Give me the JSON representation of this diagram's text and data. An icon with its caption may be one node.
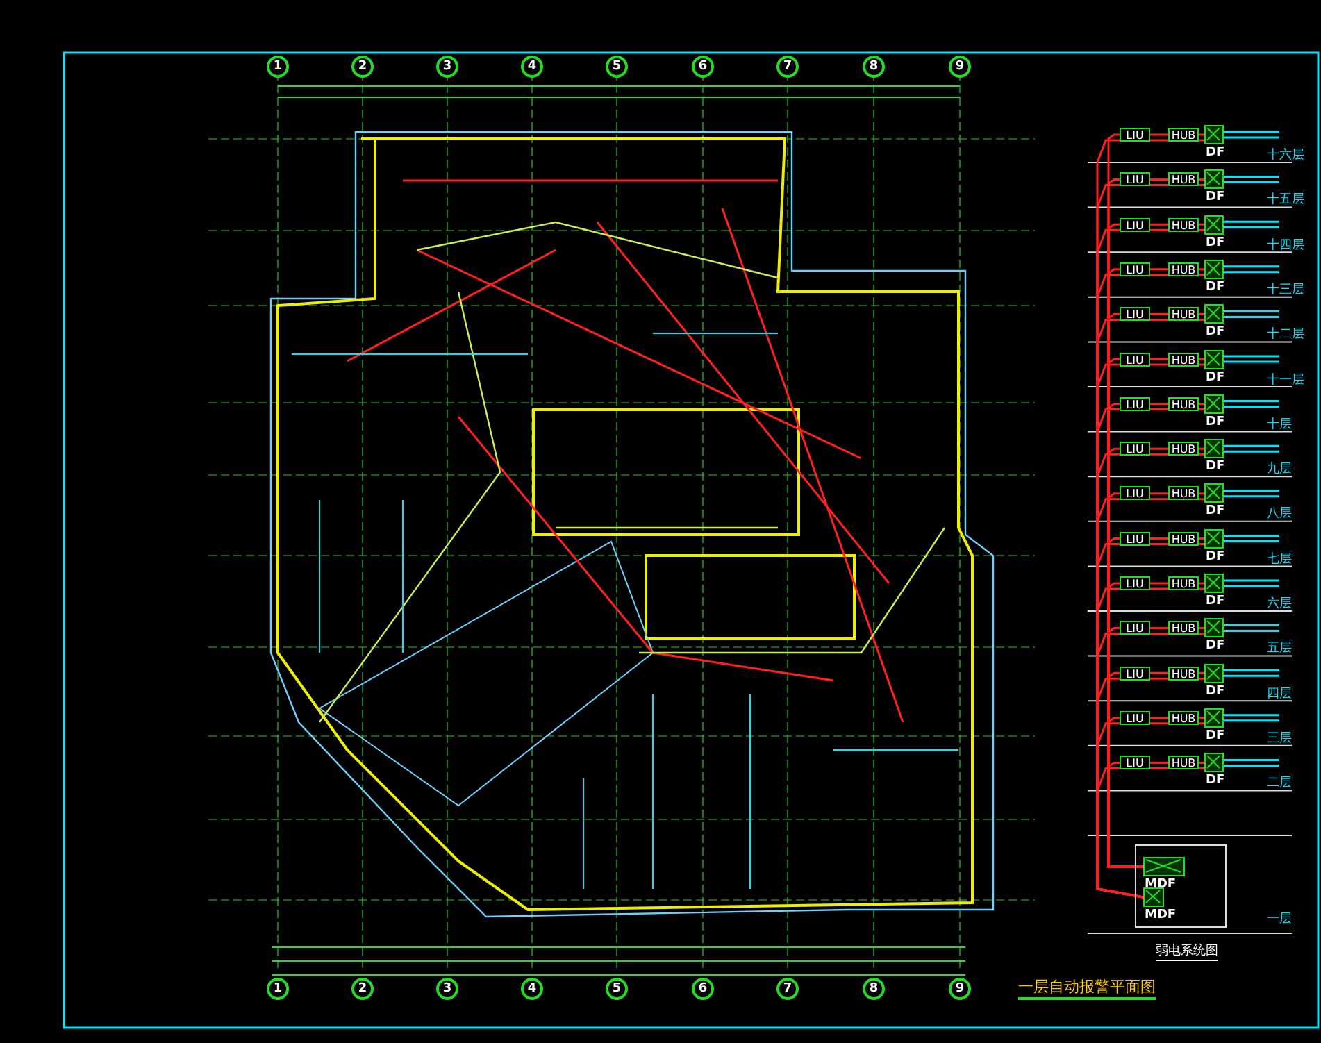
{
  "diagram": {
    "title": "一层自动报警平面图",
    "nodes": [
      {
        "text": [
          "LIU"
        ]
      },
      {
        "text": [
          "HUB"
        ]
      },
      {
        "text": [
          "DF"
        ]
      },
      {
        "text": [
          "LIU"
        ]
      },
      {
        "text": [
          "HUB"
        ]
      },
      {
        "text": [
          "DF"
        ]
      },
      {
        "text": [
          "LIU"
        ]
      },
      {
        "text": [
          "HUB"
        ]
      },
      {
        "text": [
          "DF"
        ]
      },
      {
        "text": [
          "LIU"
        ]
      },
      {
        "text": [
          "HUB"
        ]
      },
      {
        "text": [
          "DF"
        ]
      },
      {
        "text": [
          "LIU"
        ]
      },
      {
        "text": [
          "HUB"
        ]
      },
      {
        "text": [
          "DF"
        ]
      },
      {
        "text": [
          "LIU"
        ]
      },
      {
        "text": [
          "HUB"
        ]
      },
      {
        "text": [
          "DF"
        ]
      },
      {
        "text": [
          "LIU"
        ]
      },
      {
        "text": [
          "HUB"
        ]
      },
      {
        "text": [
          "DF"
        ]
      },
      {
        "text": [
          "LIU"
        ]
      },
      {
        "text": [
          "HUB"
        ]
      },
      {
        "text": [
          "DF"
        ]
      },
      {
        "text": [
          "LIU"
        ]
      },
      {
        "text": [
          "HUB"
        ]
      },
      {
        "text": [
          "DF"
        ]
      },
      {
        "text": [
          "LIU"
        ]
      },
      {
        "text": [
          "HUB"
        ]
      },
      {
        "text": [
          "DF"
        ]
      },
      {
        "text": [
          "LIU"
        ]
      },
      {
        "text": [
          "HUB"
        ]
      },
      {
        "text": [
          "DF"
        ]
      },
      {
        "text": [
          "LIU"
        ]
      },
      {
        "text": [
          "HUB"
        ]
      },
      {
        "text": [
          "DF"
        ]
      },
      {
        "text": [
          "LIU"
        ]
      },
      {
        "text": [
          "HUB"
        ]
      },
      {
        "text": [
          "DF"
        ]
      },
      {
        "text": [
          "LIU"
        ]
      },
      {
        "text": [
          "HUB"
        ]
      },
      {
        "text": [
          "DF"
        ]
      },
      {
        "text": [
          "LIU"
        ]
      },
      {
        "text": [
          "HUB"
        ]
      },
      {
        "text": [
          "DF"
        ]
      },
      {
        "text": [
          "MDF"
        ]
      },
      {
        "text": [
          "MDF"
        ]
      }
    ],
    "edges": [
      {
        "from": 45,
        "to": 0,
        "arrow": "none"
      },
      {
        "from": 0,
        "to": 1,
        "arrow": "none"
      },
      {
        "from": 1,
        "to": 2,
        "arrow": "none"
      },
      {
        "from": 46,
        "to": 2,
        "arrow": "none"
      },
      {
        "from": 45,
        "to": 3,
        "arrow": "none"
      },
      {
        "from": 3,
        "to": 4,
        "arrow": "none"
      },
      {
        "from": 4,
        "to": 5,
        "arrow": "none"
      },
      {
        "from": 46,
        "to": 5,
        "arrow": "none"
      },
      {
        "from": 45,
        "to": 6,
        "arrow": "none"
      },
      {
        "from": 6,
        "to": 7,
        "arrow": "none"
      },
      {
        "from": 7,
        "to": 8,
        "arrow": "none"
      },
      {
        "from": 46,
        "to": 8,
        "arrow": "none"
      },
      {
        "from": 45,
        "to": 9,
        "arrow": "none"
      },
      {
        "from": 9,
        "to": 10,
        "arrow": "none"
      },
      {
        "from": 10,
        "to": 11,
        "arrow": "none"
      },
      {
        "from": 46,
        "to": 11,
        "arrow": "none"
      },
      {
        "from": 45,
        "to": 12,
        "arrow": "none"
      },
      {
        "from": 12,
        "to": 13,
        "arrow": "none"
      },
      {
        "from": 13,
        "to": 14,
        "arrow": "none"
      },
      {
        "from": 46,
        "to": 14,
        "arrow": "none"
      },
      {
        "from": 45,
        "to": 15,
        "arrow": "none"
      },
      {
        "from": 15,
        "to": 16,
        "arrow": "none"
      },
      {
        "from": 16,
        "to": 17,
        "arrow": "none"
      },
      {
        "from": 46,
        "to": 17,
        "arrow": "none"
      },
      {
        "from": 45,
        "to": 18,
        "arrow": "none"
      },
      {
        "from": 18,
        "to": 19,
        "arrow": "none"
      },
      {
        "from": 19,
        "to": 20,
        "arrow": "none"
      },
      {
        "from": 46,
        "to": 20,
        "arrow": "none"
      },
      {
        "from": 45,
        "to": 21,
        "arrow": "none"
      },
      {
        "from": 21,
        "to": 22,
        "arrow": "none"
      },
      {
        "from": 22,
        "to": 23,
        "arrow": "none"
      },
      {
        "from": 46,
        "to": 23,
        "arrow": "none"
      },
      {
        "from": 45,
        "to": 24,
        "arrow": "none"
      },
      {
        "from": 24,
        "to": 25,
        "arrow": "none"
      },
      {
        "from": 25,
        "to": 26,
        "arrow": "none"
      },
      {
        "from": 46,
        "to": 26,
        "arrow": "none"
      },
      {
        "from": 45,
        "to": 27,
        "arrow": "none"
      },
      {
        "from": 27,
        "to": 28,
        "arrow": "none"
      },
      {
        "from": 28,
        "to": 29,
        "arrow": "none"
      },
      {
        "from": 46,
        "to": 29,
        "arrow": "none"
      },
      {
        "from": 45,
        "to": 30,
        "arrow": "none"
      },
      {
        "from": 30,
        "to": 31,
        "arrow": "none"
      },
      {
        "from": 31,
        "to": 32,
        "arrow": "none"
      },
      {
        "from": 46,
        "to": 32,
        "arrow": "none"
      },
      {
        "from": 45,
        "to": 33,
        "arrow": "none"
      },
      {
        "from": 33,
        "to": 34,
        "arrow": "none"
      },
      {
        "from": 34,
        "to": 35,
        "arrow": "none"
      },
      {
        "from": 46,
        "to": 35,
        "arrow": "none"
      },
      {
        "from": 45,
        "to": 36,
        "arrow": "none"
      },
      {
        "from": 36,
        "to": 37,
        "arrow": "none"
      },
      {
        "from": 37,
        "to": 38,
        "arrow": "none"
      },
      {
        "from": 46,
        "to": 38,
        "arrow": "none"
      },
      {
        "from": 45,
        "to": 39,
        "arrow": "none"
      },
      {
        "from": 39,
        "to": 40,
        "arrow": "none"
      },
      {
        "from": 40,
        "to": 41,
        "arrow": "none"
      },
      {
        "from": 46,
        "to": 41,
        "arrow": "none"
      },
      {
        "from": 45,
        "to": 42,
        "arrow": "none"
      },
      {
        "from": 42,
        "to": 43,
        "arrow": "none"
      },
      {
        "from": 43,
        "to": 44,
        "arrow": "none"
      },
      {
        "from": 46,
        "to": 44,
        "arrow": "none"
      }
    ],
    "labels": [
      "十六层",
      "十五层",
      "十四层",
      "十三层",
      "十二层",
      "十一层",
      "十层",
      "九层",
      "八层",
      "七层",
      "六层",
      "五层",
      "四层",
      "三层",
      "二层",
      "一层",
      "1",
      "2",
      "3",
      "4",
      "5",
      "6",
      "7",
      "8",
      "9",
      "1",
      "2",
      "3",
      "4",
      "5",
      "6",
      "7",
      "8",
      "9",
      "弱电系统图"
    ]
  }
}
